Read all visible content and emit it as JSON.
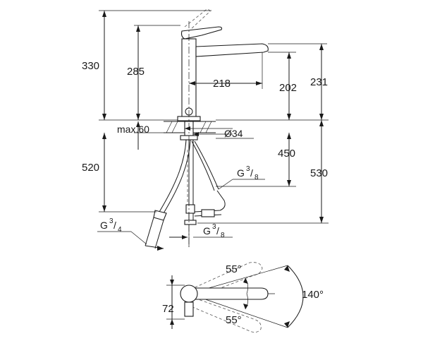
{
  "dimensions": {
    "total_height_above": "330",
    "spout_height": "285",
    "reach": "218",
    "spout_clearance": "202",
    "height_to_spout_top": "231",
    "max_deck_thickness": "max.60",
    "hole_diameter": "Ø34",
    "hose_length_left": "520",
    "below_deck_450": "450",
    "below_deck_530": "530",
    "connection_top": "G",
    "connection_top_fraction_num": "3",
    "connection_top_fraction_den": "8",
    "connection_left": "G",
    "connection_left_fraction_num": "3",
    "connection_left_fraction_den": "4",
    "connection_bottom": "G",
    "connection_bottom_fraction_num": "3",
    "connection_bottom_fraction_den": "8",
    "swivel_angle_top": "55°",
    "swivel_angle_bottom": "55°",
    "swivel_total": "140°",
    "base_width": "72"
  }
}
